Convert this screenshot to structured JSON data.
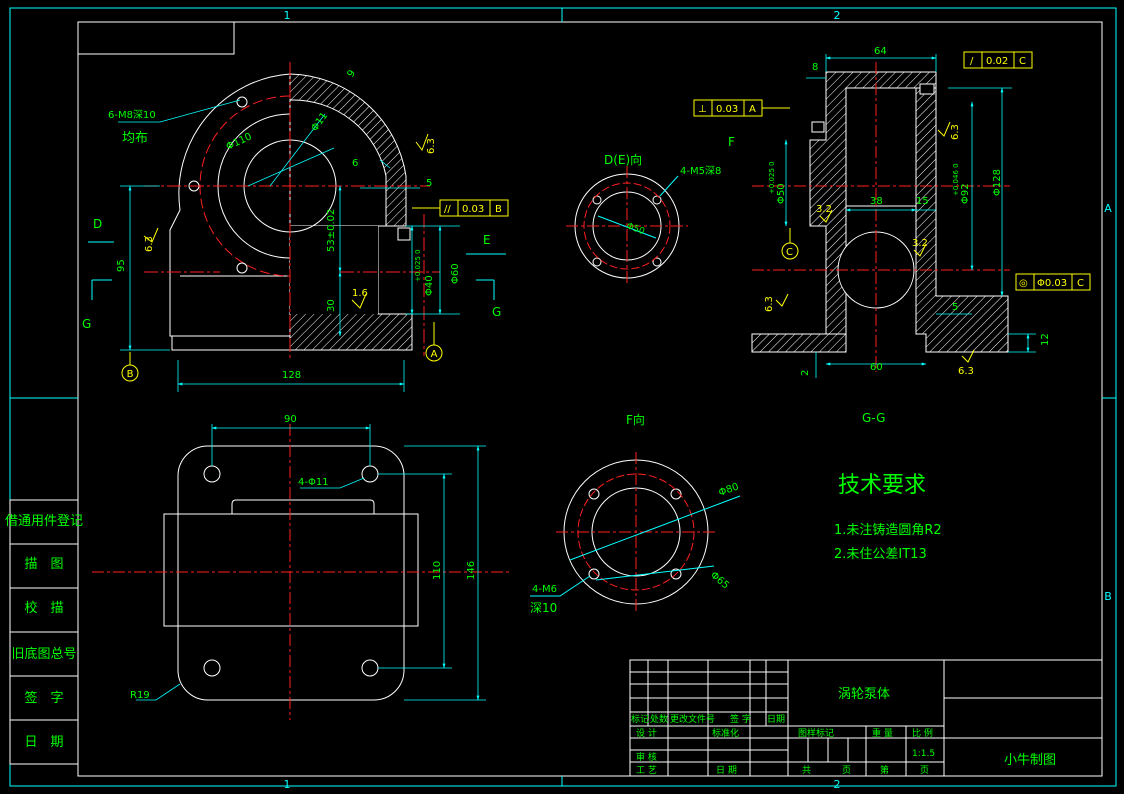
{
  "colors": {
    "background": "#000000",
    "border": "#ffffff",
    "zone": "#00ffff",
    "outline": "#ffffff",
    "center": "#ff2020",
    "dimension": "#00ffff",
    "text": "#00ff00",
    "symbol": "#ffff00",
    "hatch": "#ffffff"
  },
  "zones": {
    "top_1": "1",
    "top_2": "2",
    "bottom_1": "1",
    "bottom_2": "2",
    "right_a": "A",
    "right_b": "B"
  },
  "main_view": {
    "tapped_holes": "6-M8深10",
    "evenly": "均布",
    "dia_110": "Φ110",
    "dia_r1": "Φ11",
    "dim_r": "9",
    "dim_6": "6",
    "dim_5": "5",
    "height_53": "53±0.02",
    "dim_95": "95",
    "dim_30": "30",
    "dim_128": "128",
    "dia_40": "Φ40",
    "tol_40": "+0.025 0",
    "dia_60": "Φ60",
    "rough_63_left": "6.3",
    "rough_63_top": "6.3",
    "rough_16": "1.6",
    "tolerance": {
      "sym": "//",
      "value": "0.03",
      "datum": "B"
    },
    "datum_a": "A",
    "datum_b": "B",
    "label_d": "D",
    "label_e": "E",
    "label_g_left": "G",
    "label_g_right": "G"
  },
  "de_view": {
    "title": "D(E)向",
    "holes": "4-M5深8",
    "dia_50": "Φ50"
  },
  "gg_view": {
    "title": "G-G",
    "label_f": "F",
    "dim_64": "64",
    "dim_8": "8",
    "dim_38": "38",
    "dim_15": "15",
    "dim_128": "Φ128",
    "dia_92": "Φ92",
    "tol_92": "+0.046 0",
    "dia_50": "Φ50",
    "tol_50": "+0.025 0",
    "rough_32_a": "3.2",
    "rough_32_b": "3.2",
    "rough_63_a": "6.3",
    "rough_63_b": "6.3",
    "rough_63_c": "6.3",
    "dim_5": "5",
    "dim_12": "12",
    "dim_60": "60",
    "dim_2": "2",
    "datum_c": "C",
    "tol_perp": {
      "sym": "⊥",
      "value": "0.03",
      "datum": "A"
    },
    "tol_runout": {
      "sym": "/",
      "value": "0.02",
      "datum": "C"
    },
    "tol_concentric": {
      "sym": "◎",
      "value": "Φ0.03",
      "datum": "C"
    }
  },
  "top_view": {
    "dim_90": "90",
    "holes": "4-Φ11",
    "dim_110": "110",
    "dim_146": "146",
    "radius": "R19"
  },
  "f_view": {
    "title": "F向",
    "dia_80": "Φ80",
    "dia_65": "Φ65",
    "holes": "4-M6",
    "depth": "深10"
  },
  "tech_req": {
    "title": "技术要求",
    "item1": "1.未注铸造圆角R2",
    "item2": "2.未住公差IT13"
  },
  "side_table": [
    "借通用件登记",
    "描　图",
    "校　描",
    "旧底图总号",
    "签　字",
    "日　期"
  ],
  "title_block": {
    "part_name": "涡轮泵体",
    "author": "小牛制图",
    "rev_headers": [
      "标记",
      "处数",
      "更改文件号",
      "签 字",
      "日期"
    ],
    "design": "设 计",
    "standard": "标准化",
    "review": "审 核",
    "process": "工 艺",
    "date": "日 期",
    "stage": "图样标记",
    "weight": "重 量",
    "scale_label": "比 例",
    "scale": "1:1.5",
    "total": "共",
    "sheets": "页",
    "page": "第",
    "page_unit": "页"
  }
}
